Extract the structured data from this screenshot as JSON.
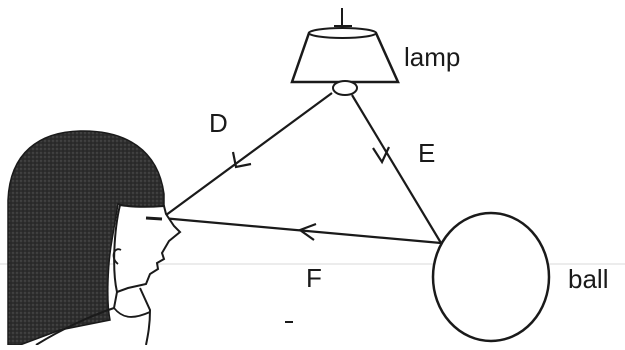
{
  "labels": {
    "lamp": "lamp",
    "ray_d": "D",
    "ray_e": "E",
    "ray_f": "F",
    "ball": "ball"
  },
  "colors": {
    "ink": "#1a1a1a",
    "hair": "#2a2a2a",
    "background": "#ffffff"
  }
}
